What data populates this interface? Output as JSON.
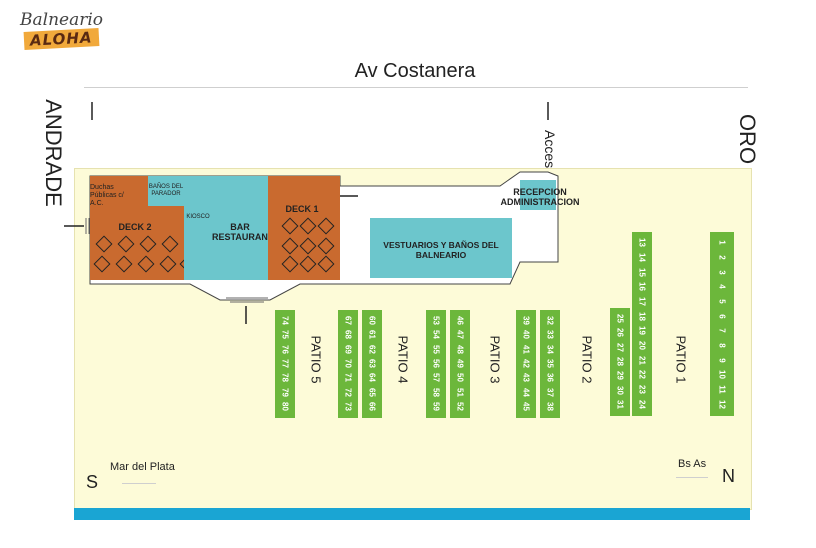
{
  "logo": {
    "line1": "Balneario",
    "line2": "ALOHA"
  },
  "streets": {
    "top": "Av Costanera",
    "left": "ANDRADE",
    "right": "ORO"
  },
  "access": "Acceso",
  "buildings": {
    "deck2": "DECK 2",
    "duchas": "Duchas Públicas c/ A.C.",
    "banos_parador": "BAÑOS DEL PARADOR",
    "kiosco": "KIOSCO",
    "bar": "BAR RESTAURANT",
    "deck1": "DECK 1",
    "vestuarios": "VESTUARIOS Y BAÑOS DEL BALNEARIO",
    "recepcion": "RECEPCION ADMINISTRACION"
  },
  "patios": [
    {
      "label": "PATIO 5",
      "columns": [
        [
          "80",
          "79",
          "78",
          "77",
          "76",
          "75",
          "74"
        ]
      ]
    },
    {
      "label": "PATIO 4",
      "columns": [
        [
          "73",
          "72",
          "71",
          "70",
          "69",
          "68",
          "67"
        ],
        [
          "66",
          "65",
          "64",
          "63",
          "62",
          "61",
          "60"
        ]
      ]
    },
    {
      "label": "PATIO 3",
      "columns": [
        [
          "59",
          "58",
          "57",
          "56",
          "55",
          "54",
          "53"
        ],
        [
          "52",
          "51",
          "50",
          "49",
          "48",
          "47",
          "46"
        ]
      ]
    },
    {
      "label": "PATIO 2",
      "columns": [
        [
          "45",
          "44",
          "43",
          "42",
          "41",
          "40",
          "39"
        ],
        [
          "38",
          "37",
          "36",
          "35",
          "34",
          "33",
          "32"
        ]
      ]
    },
    {
      "label": "PATIO 1",
      "columns": [
        [
          "31",
          "30",
          "29",
          "28",
          "27",
          "26",
          "25"
        ],
        [
          "24",
          "23",
          "22",
          "21",
          "20",
          "19",
          "18",
          "17",
          "16",
          "15",
          "14",
          "13"
        ],
        [
          "12",
          "11",
          "10",
          "9",
          "8",
          "7",
          "6",
          "5",
          "4",
          "3",
          "2",
          "1"
        ]
      ]
    }
  ],
  "directions": {
    "south": "S",
    "north": "N",
    "south_city": "Mar del Plata",
    "north_city": "Bs As"
  },
  "colors": {
    "deck": "#c96a2f",
    "building": "#6cc6cc",
    "umbrella": "#6cb73b",
    "sand": "#fdfbd8",
    "sea": "#1aa5d3"
  }
}
